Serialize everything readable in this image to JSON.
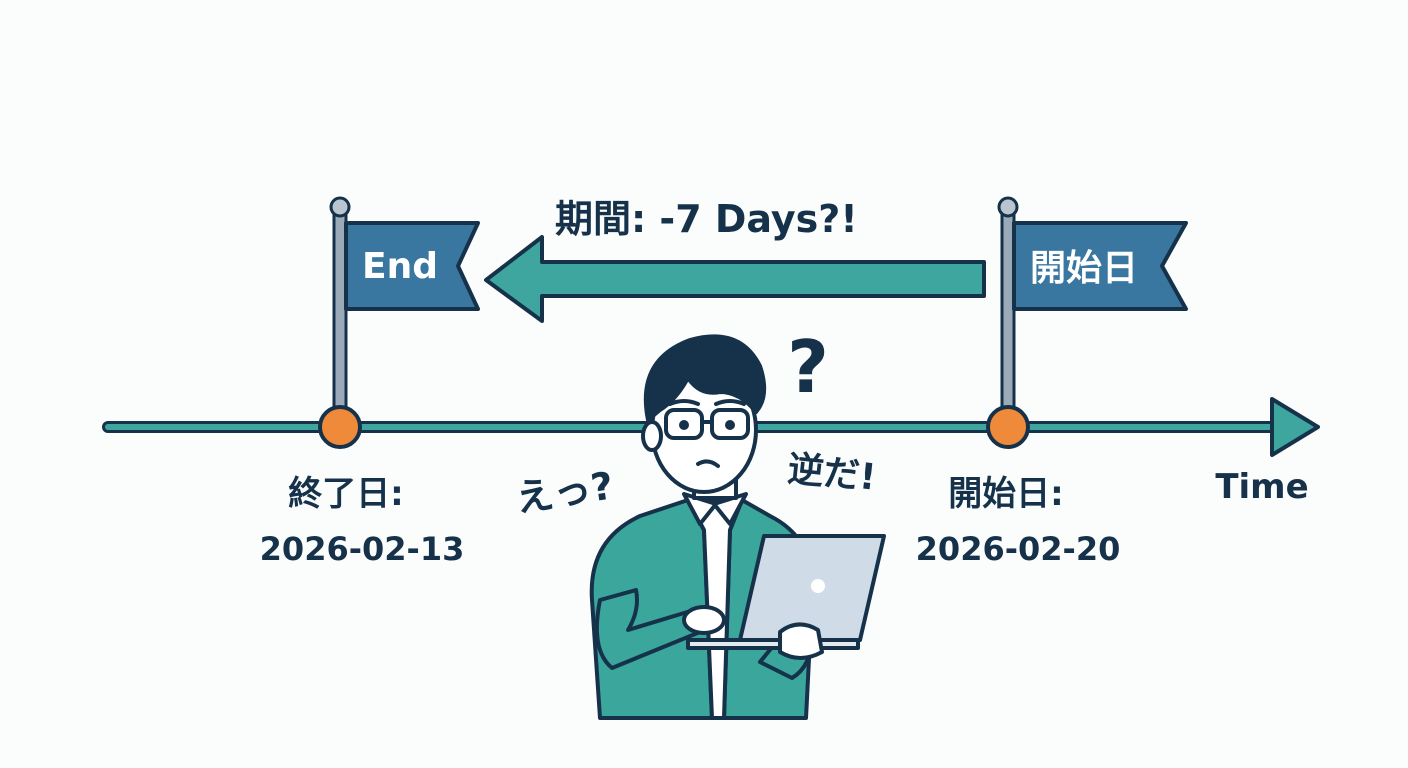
{
  "duration_label": "期間: -7 Days?!",
  "end_flag": {
    "label": "End"
  },
  "start_flag": {
    "label": "開始日"
  },
  "end_point": {
    "label": "終了日:",
    "date": "2026-02-13"
  },
  "start_point": {
    "label": "開始日:",
    "date": "2026-02-20"
  },
  "axis_label": "Time",
  "reactions": {
    "left": "えっ?",
    "right": "逆だ!",
    "question_mark": "?"
  },
  "icons": [
    "flag-icon",
    "arrow-left-icon",
    "arrow-right-icon",
    "person-illustration",
    "laptop-icon"
  ],
  "colors": {
    "ink": "#16324a",
    "teal": "#3fa59f",
    "flag_blue": "#3a77a0",
    "orange": "#ef8a3a",
    "jacket": "#3aa69c",
    "laptop": "#cfdbe6"
  }
}
